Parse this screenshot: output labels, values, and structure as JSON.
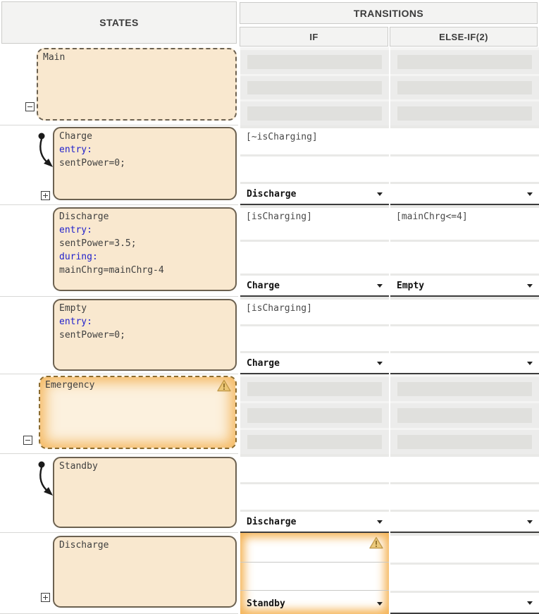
{
  "header": {
    "states": "STATES",
    "transitions": "TRANSITIONS",
    "if_col": "IF",
    "elseif_col": "ELSE-IF(2)"
  },
  "colors": {
    "state_fill": "#f9e8cf",
    "state_border": "#6c6150",
    "keyword_blue": "#2222cc",
    "warning_orange": "#f2a638",
    "disabled_bar": "#e0e0dd"
  },
  "icons": {
    "collapse": "minus-box",
    "expand": "plus-box",
    "dropdown": "caret-down",
    "warning": "warning-triangle",
    "default_transition": "curved-arrow"
  },
  "rows": [
    {
      "state": {
        "name": "Main",
        "lines": []
      },
      "if": {
        "disabled": true
      },
      "elseif": {
        "disabled": true
      }
    },
    {
      "state": {
        "name": "Charge",
        "lines": [
          "entry:",
          "sentPower=0;"
        ]
      },
      "if": {
        "condition": "[~isCharging]",
        "action": "",
        "destination": "Discharge"
      },
      "elseif": {
        "condition": "",
        "action": "",
        "destination": ""
      }
    },
    {
      "state": {
        "name": "Discharge",
        "lines": [
          "entry:",
          "sentPower=3.5;",
          "during:",
          "mainChrg=mainChrg-4"
        ]
      },
      "if": {
        "condition": "[isCharging]",
        "action": "",
        "destination": "Charge"
      },
      "elseif": {
        "condition": "[mainChrg<=4]",
        "action": "",
        "destination": "Empty"
      }
    },
    {
      "state": {
        "name": "Empty",
        "lines": [
          "entry:",
          "sentPower=0;"
        ]
      },
      "if": {
        "condition": "[isCharging]",
        "action": "",
        "destination": "Charge"
      },
      "elseif": {
        "condition": "",
        "action": "",
        "destination": ""
      }
    },
    {
      "state": {
        "name": "Emergency",
        "lines": [],
        "warning": true
      },
      "if": {
        "disabled": true
      },
      "elseif": {
        "disabled": true
      }
    },
    {
      "state": {
        "name": "Standby",
        "lines": []
      },
      "if": {
        "condition": "",
        "action": "",
        "destination": "Discharge"
      },
      "elseif": {
        "condition": "",
        "action": "",
        "destination": ""
      }
    },
    {
      "state": {
        "name": "Discharge",
        "lines": []
      },
      "if": {
        "condition": "",
        "action": "",
        "destination": "Standby",
        "warning": true,
        "highlight": true
      },
      "elseif": {
        "condition": "",
        "action": "",
        "destination": ""
      }
    }
  ]
}
